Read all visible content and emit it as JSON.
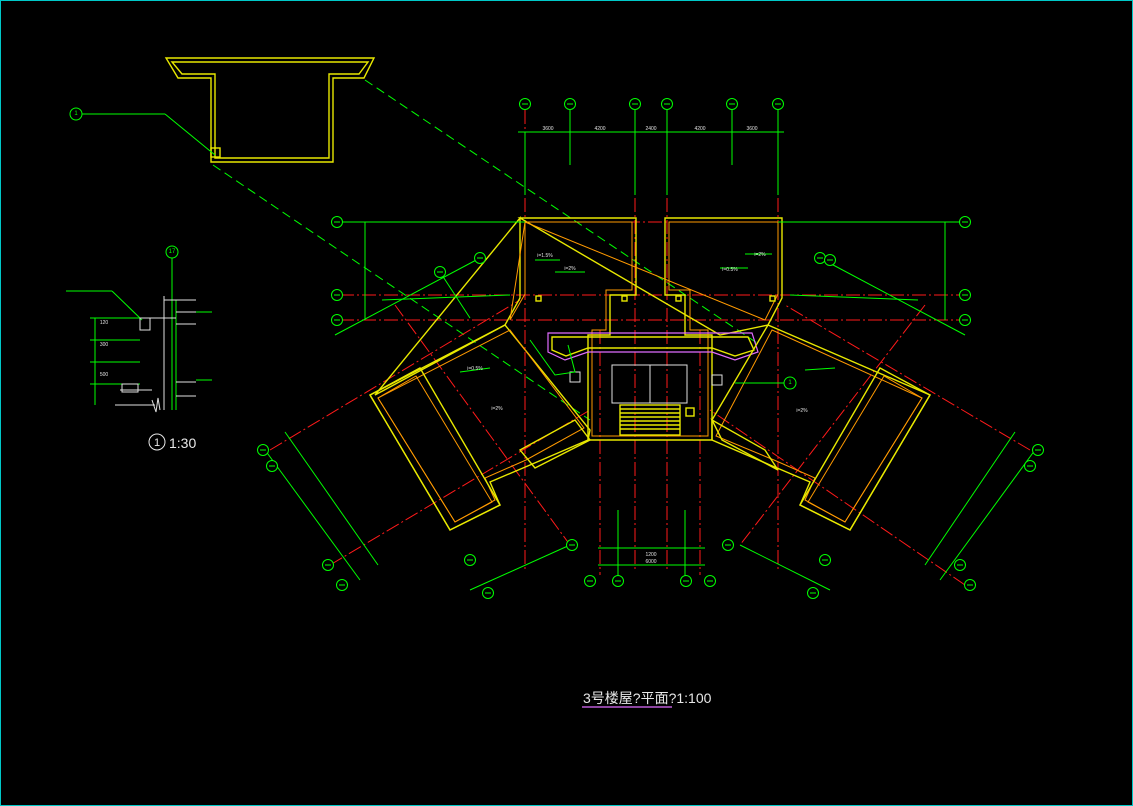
{
  "drawing": {
    "title": "3号楼屋?平面?1:100",
    "detail_label": "1:30",
    "detail_number": "1",
    "callout_number": "1",
    "frame_color": "#00c8c8",
    "colors": {
      "wall": "#e8e800",
      "axis": "#ff1a1a",
      "dimension": "#00ff00",
      "title_underline": "#e06cff",
      "background": "#000000"
    },
    "slope_labels": [
      "i=1.5%",
      "i=2%",
      "i=0.5%",
      "i=2%",
      "i=0.5%",
      "i=2%",
      "i=2%"
    ]
  }
}
